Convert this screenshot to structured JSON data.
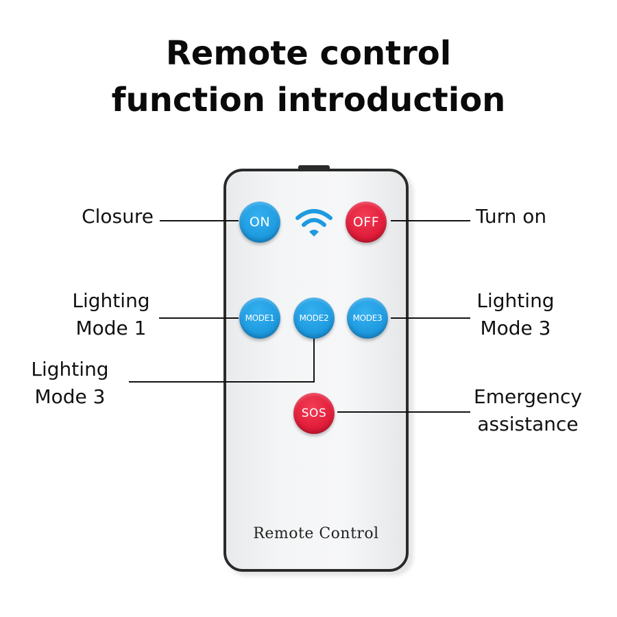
{
  "title": {
    "line1": "Remote control",
    "line2": "function introduction"
  },
  "remote": {
    "brand_text": "Remote Control",
    "body_color": "#f4f5f6",
    "border_color": "#2a2a2a",
    "buttons": {
      "on": {
        "label": "ON",
        "color": "#1e9ae0"
      },
      "off": {
        "label": "OFF",
        "color": "#e11d3a"
      },
      "mode1": {
        "label": "MODE1",
        "color": "#1e9ae0"
      },
      "mode2": {
        "label": "MODE2",
        "color": "#1e9ae0"
      },
      "mode3": {
        "label": "MODE3",
        "color": "#1e9ae0"
      },
      "sos": {
        "label": "SOS",
        "color": "#e11d3a"
      }
    },
    "signal_icon": "wifi-signal-icon",
    "signal_color": "#1e9ae0"
  },
  "callouts": {
    "on_button": {
      "text": "Closure"
    },
    "off_button": {
      "text": "Turn on"
    },
    "mode1_button": {
      "line1": "Lighting",
      "line2": "Mode 1"
    },
    "mode3_button": {
      "line1": "Lighting",
      "line2": "Mode 3"
    },
    "mode2_button": {
      "line1": "Lighting",
      "line2": "Mode 3"
    },
    "sos_button": {
      "line1": "Emergency",
      "line2": "assistance"
    }
  }
}
